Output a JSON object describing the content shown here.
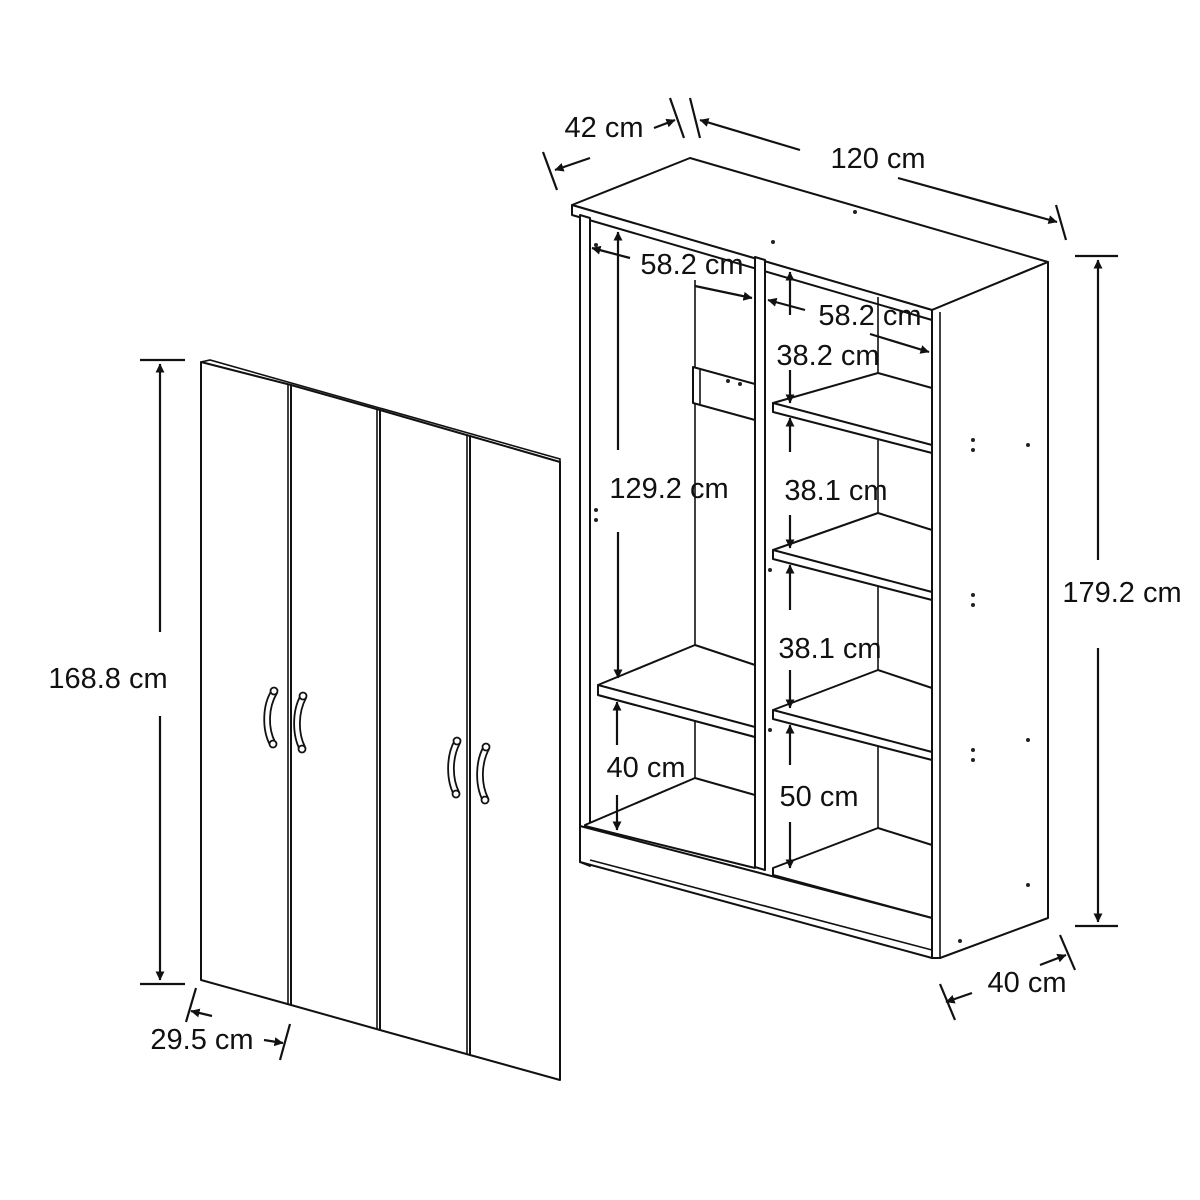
{
  "diagram": {
    "doors": {
      "height_label": "168.8 cm",
      "width_label": "29.5 cm"
    },
    "cabinet": {
      "depth_top_label": "42 cm",
      "width_label": "120 cm",
      "height_label": "179.2 cm",
      "depth_bottom_label": "40 cm",
      "left_inner_width_label": "58.2 cm",
      "right_inner_width_label": "58.2 cm",
      "hanging_height_label": "129.2 cm",
      "left_bottom_height_label": "40 cm",
      "shelf1_height_label": "38.2 cm",
      "shelf2_height_label": "38.1 cm",
      "shelf3_height_label": "38.1 cm",
      "right_bottom_height_label": "50 cm"
    }
  }
}
